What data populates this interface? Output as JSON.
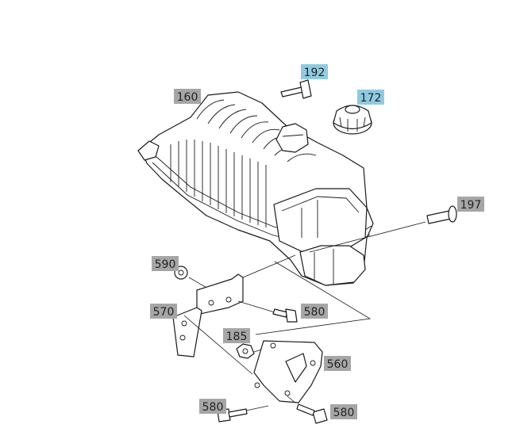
{
  "colors": {
    "label_gray": "#a6a6a6",
    "label_blue": "#8fcbe0",
    "line": "#1a1a1a",
    "text": "#222222"
  },
  "callouts": [
    {
      "id": "c192",
      "text": "192",
      "style": "blue"
    },
    {
      "id": "c172",
      "text": "172",
      "style": "blue"
    },
    {
      "id": "c160",
      "text": "160",
      "style": "gray"
    },
    {
      "id": "c197",
      "text": "197",
      "style": "gray"
    },
    {
      "id": "c590",
      "text": "590",
      "style": "gray"
    },
    {
      "id": "c570",
      "text": "570",
      "style": "gray"
    },
    {
      "id": "c580a",
      "text": "580",
      "style": "gray"
    },
    {
      "id": "c185",
      "text": "185",
      "style": "gray"
    },
    {
      "id": "c560",
      "text": "560",
      "style": "gray"
    },
    {
      "id": "c580b",
      "text": "580",
      "style": "gray"
    },
    {
      "id": "c580c",
      "text": "580",
      "style": "gray"
    }
  ]
}
